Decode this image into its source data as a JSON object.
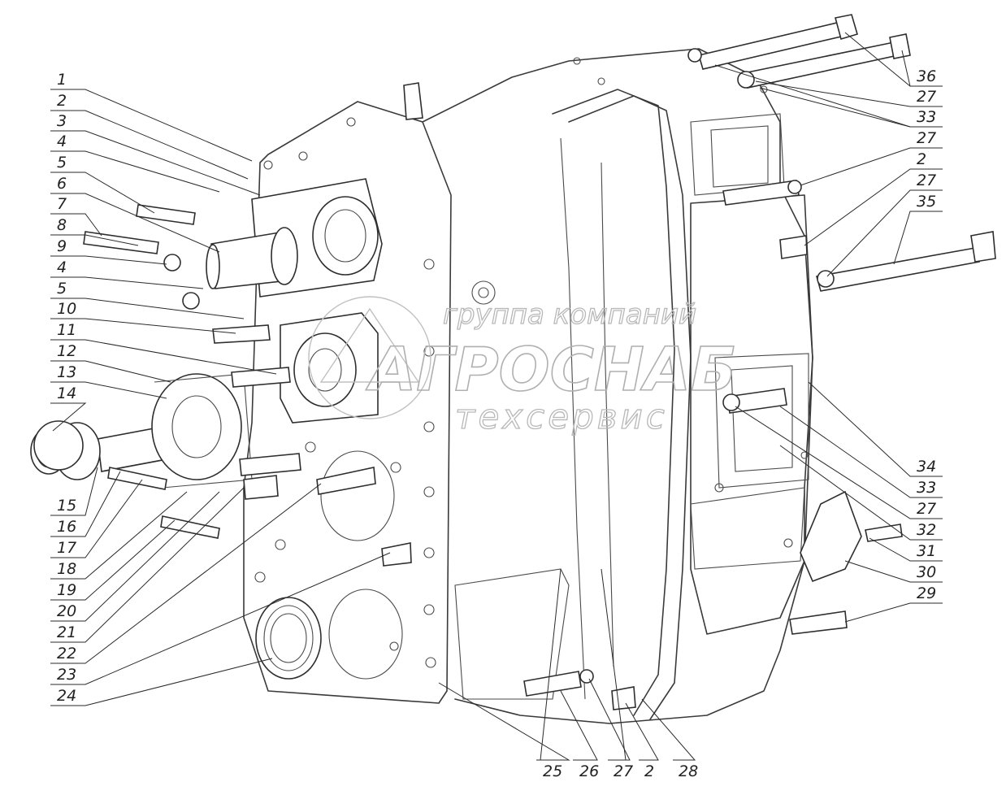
{
  "callouts_left": [
    "1",
    "2",
    "3",
    "4",
    "5",
    "6",
    "7",
    "8",
    "9",
    "4",
    "5",
    "10",
    "11",
    "12",
    "13",
    "14",
    "15",
    "16",
    "17",
    "18",
    "19",
    "20",
    "21",
    "22",
    "23",
    "24"
  ],
  "callouts_right": [
    "36",
    "27",
    "33",
    "27",
    "2",
    "27",
    "35",
    "34",
    "33",
    "27",
    "32",
    "31",
    "30",
    "29"
  ],
  "callouts_bottom": [
    "25",
    "26",
    "27",
    "2",
    "28"
  ],
  "watermark": {
    "top": "группа компаний",
    "main": "АГРОСНАБ",
    "sub": "техсервис"
  }
}
